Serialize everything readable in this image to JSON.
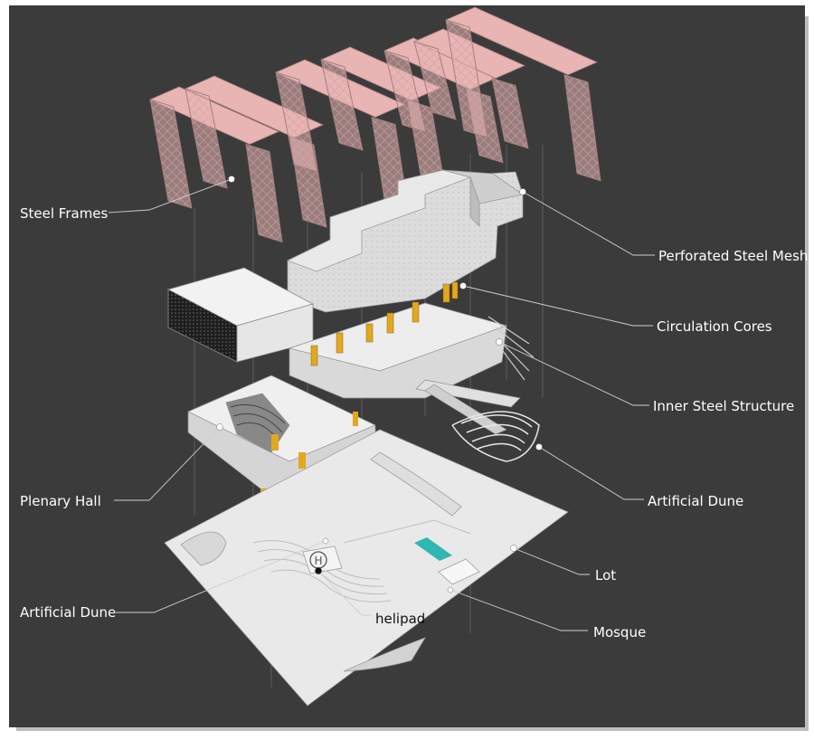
{
  "diagram": {
    "background_color": "#3b3b3b",
    "frame_color": "#e8b4b4",
    "accent_color": "#e2a81e",
    "water_color": "#2fb7b2",
    "labels": {
      "steel_frames": "Steel Frames",
      "perforated_steel_mesh": "Perforated Steel Mesh",
      "circulation_cores": "Circulation Cores",
      "inner_steel_structure": "Inner Steel Structure",
      "plenary_hall": "Plenary Hall",
      "artificial_dune_right": "Artificial Dune",
      "lot": "Lot",
      "artificial_dune_left": "Artificial Dune",
      "helipad": "helipad",
      "mosque": "Mosque"
    }
  }
}
